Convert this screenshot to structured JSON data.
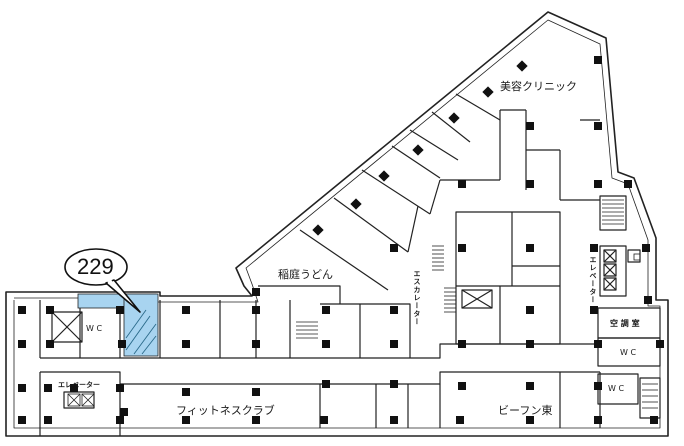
{
  "map": {
    "highlight_unit": "229",
    "highlight_color": "#a8d4f0",
    "labels": {
      "clinic": "美容クリニック",
      "inaniwa_udon": "稲庭うどん",
      "fitness_club": "フィットネスクラブ",
      "bifun_higashi": "ビーフン東",
      "escalator": "エスカレーター",
      "elevator_right": "エレベーター",
      "elevator_left": "エレベーター",
      "air_conditioning_room": "空 調 室",
      "wc_left": "W C",
      "wc_right_upper": "W C",
      "wc_right_lower": "W C"
    }
  }
}
